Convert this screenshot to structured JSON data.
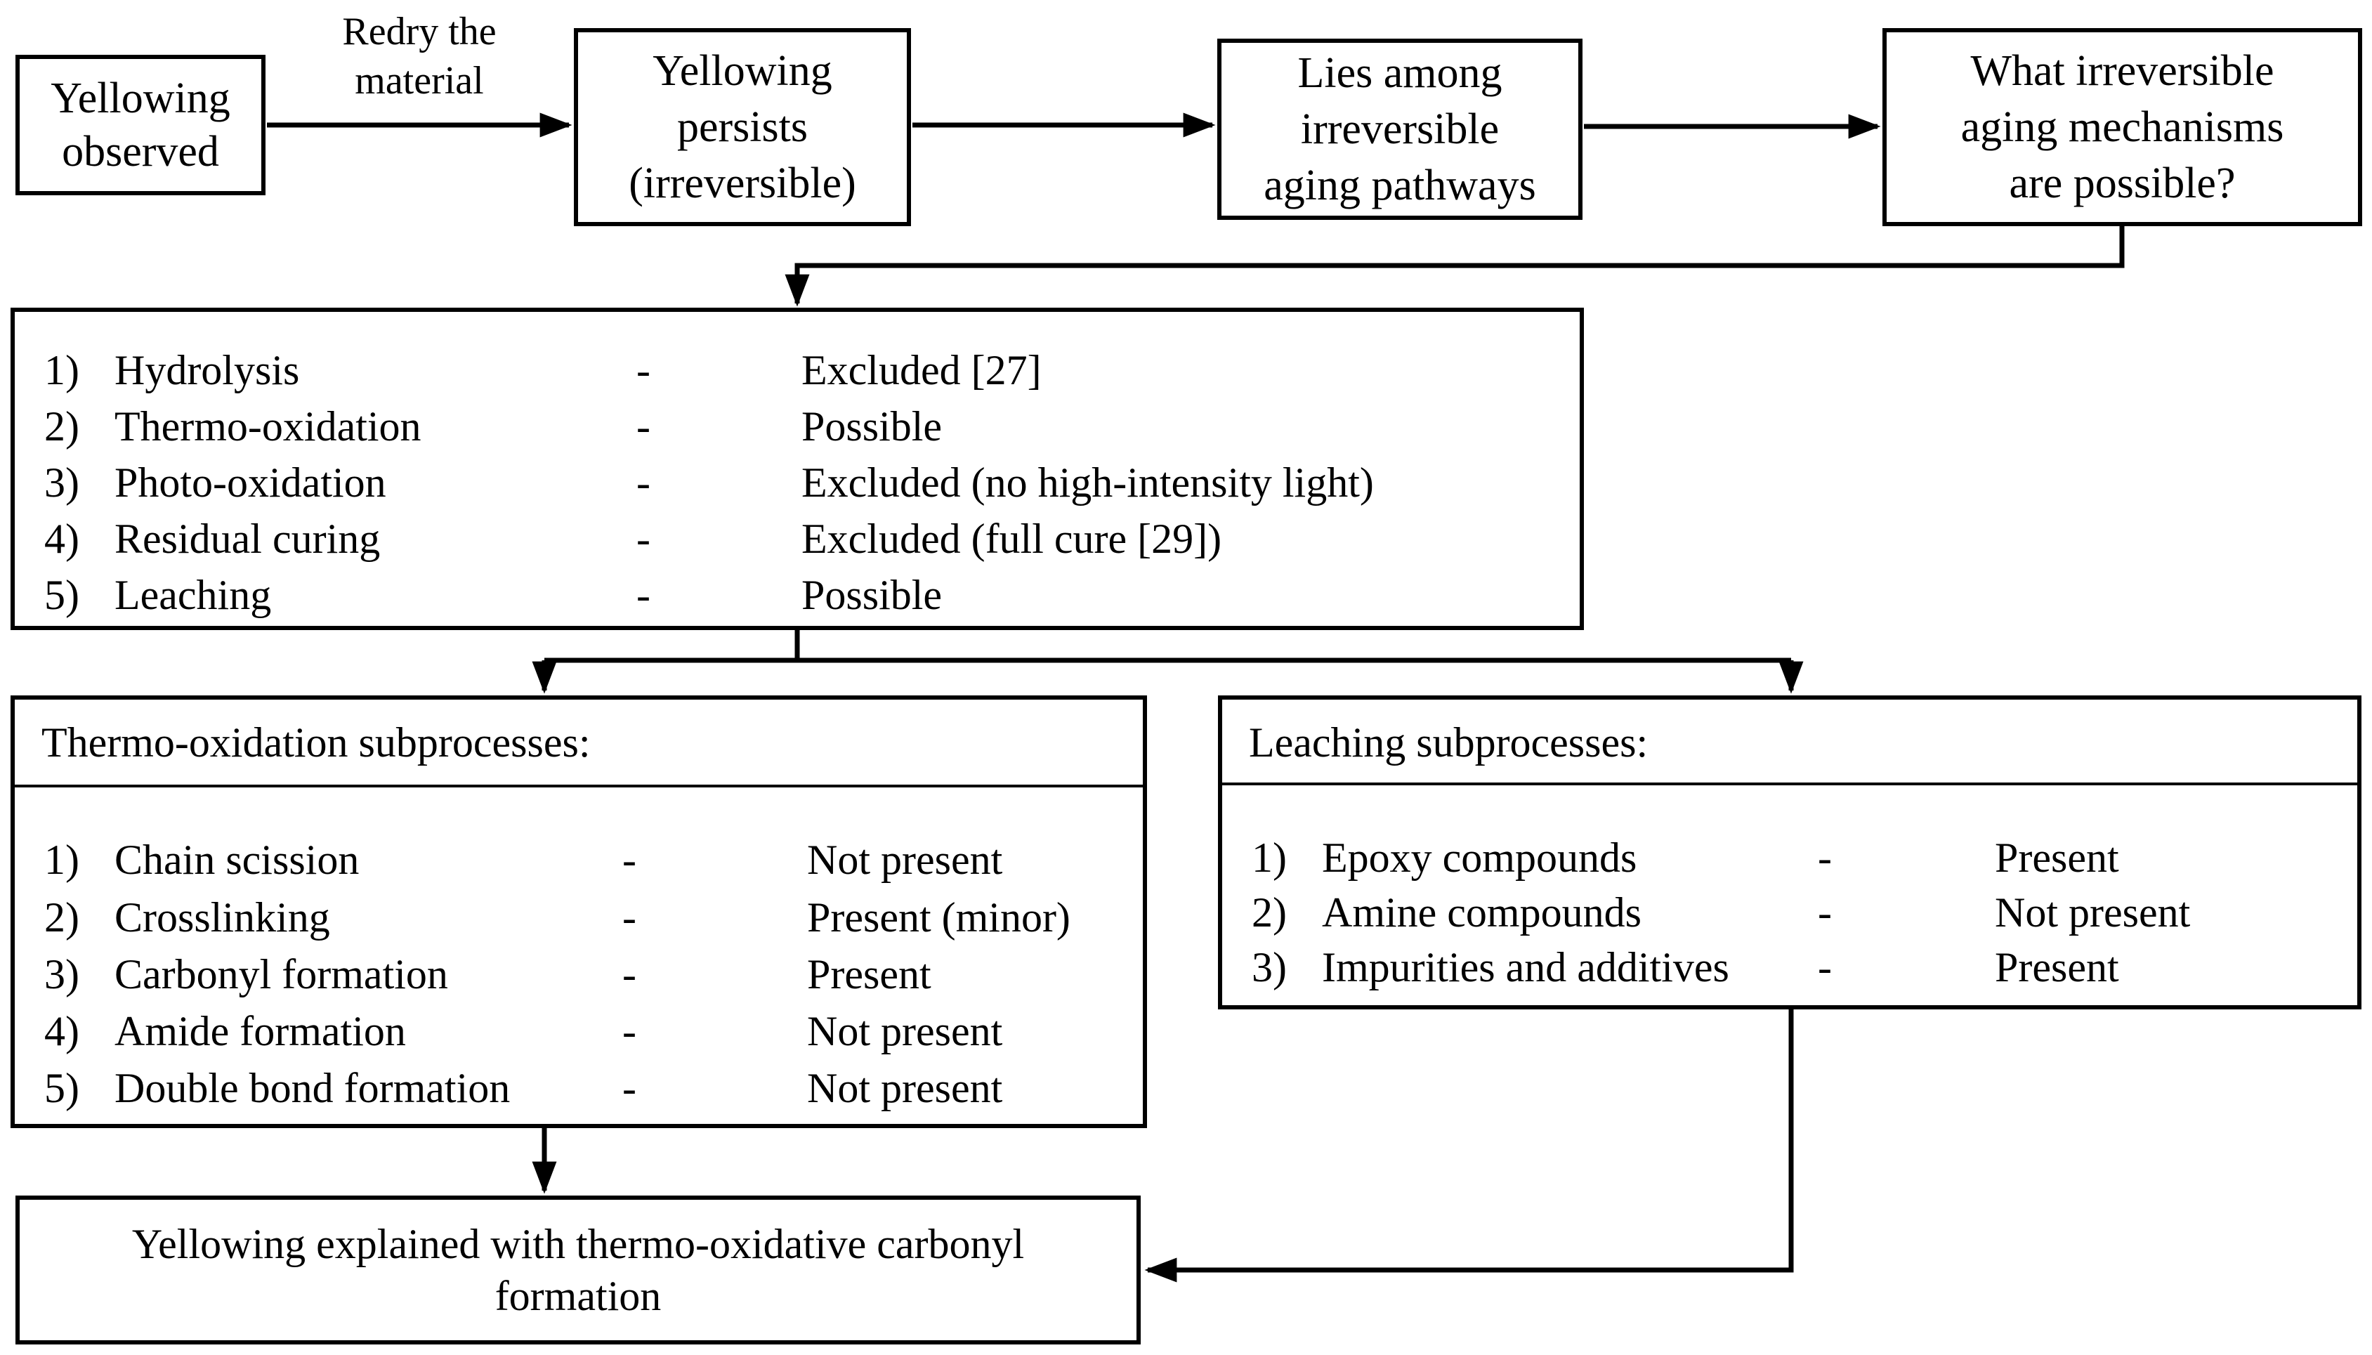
{
  "flowchart": {
    "colors": {
      "line": "#000000",
      "background": "#ffffff",
      "text": "#000000"
    },
    "redry_label": {
      "lines": [
        "Redry the",
        "material"
      ]
    },
    "top_boxes": [
      {
        "lines": [
          "Yellowing",
          "observed"
        ]
      },
      {
        "lines": [
          "Yellowing",
          "persists",
          "(irreversible)"
        ]
      },
      {
        "lines": [
          "Lies among",
          "irreversible",
          "aging pathways"
        ]
      },
      {
        "lines": [
          "What irreversible",
          "aging mechanisms",
          "are possible?"
        ]
      }
    ],
    "mechanisms_box": {
      "items": [
        {
          "num": "1)",
          "name": "Hydrolysis",
          "dash": "-",
          "verdict": "Excluded [27]"
        },
        {
          "num": "2)",
          "name": "Thermo-oxidation",
          "dash": "-",
          "verdict": "Possible"
        },
        {
          "num": "3)",
          "name": "Photo-oxidation",
          "dash": "-",
          "verdict": "Excluded (no high-intensity light)"
        },
        {
          "num": "4)",
          "name": "Residual curing",
          "dash": "-",
          "verdict": "Excluded (full cure [29])"
        },
        {
          "num": "5)",
          "name": "Leaching",
          "dash": "-",
          "verdict": "Possible"
        }
      ]
    },
    "thermo_box": {
      "title": "Thermo-oxidation subprocesses:",
      "items": [
        {
          "num": "1)",
          "name": "Chain scission",
          "dash": "-",
          "verdict": "Not present"
        },
        {
          "num": "2)",
          "name": "Crosslinking",
          "dash": "-",
          "verdict": "Present (minor)"
        },
        {
          "num": "3)",
          "name": "Carbonyl formation",
          "dash": "-",
          "verdict": "Present"
        },
        {
          "num": "4)",
          "name": "Amide formation",
          "dash": "-",
          "verdict": "Not present"
        },
        {
          "num": "5)",
          "name": "Double bond formation",
          "dash": "-",
          "verdict": "Not present"
        }
      ]
    },
    "leaching_box": {
      "title": "Leaching subprocesses:",
      "items": [
        {
          "num": "1)",
          "name": "Epoxy compounds",
          "dash": "-",
          "verdict": "Present"
        },
        {
          "num": "2)",
          "name": "Amine compounds",
          "dash": "-",
          "verdict": "Not present"
        },
        {
          "num": "3)",
          "name": "Impurities and additives",
          "dash": "-",
          "verdict": "Present"
        }
      ]
    },
    "conclusion_box": {
      "lines": [
        "Yellowing explained with thermo-oxidative carbonyl",
        "formation"
      ]
    }
  }
}
